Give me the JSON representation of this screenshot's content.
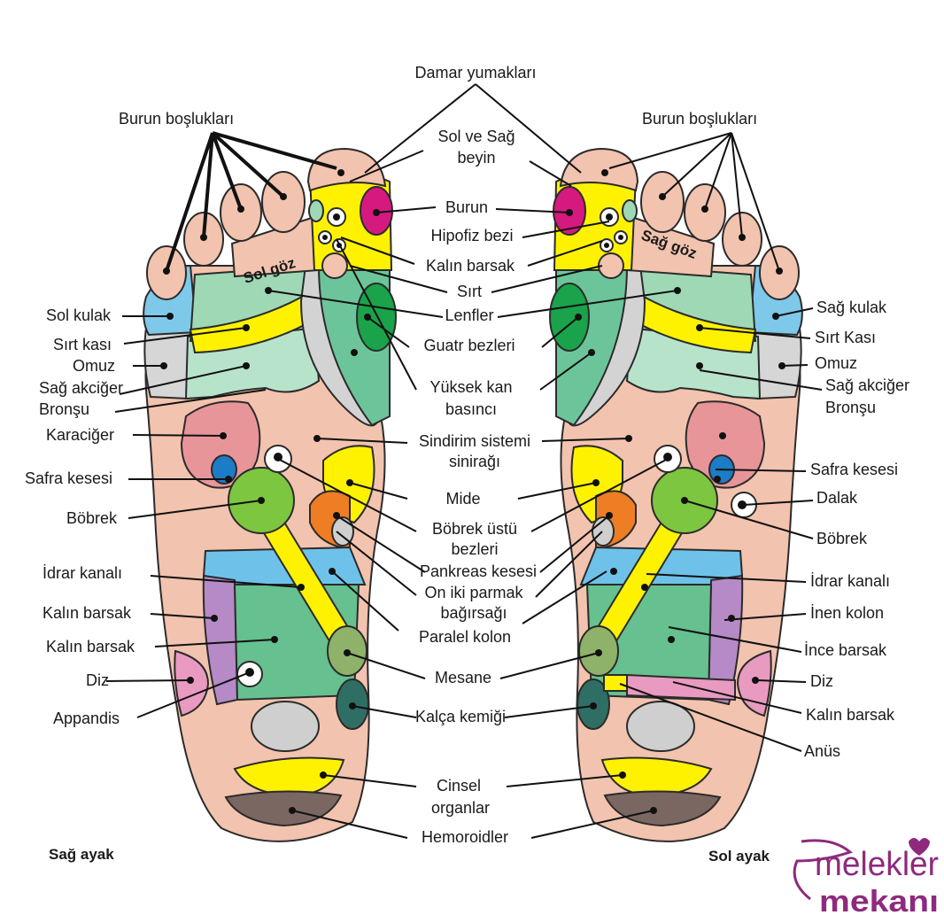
{
  "colors": {
    "skin": "#f2c3ae",
    "yellow": "#fff200",
    "magenta": "#d6197f",
    "mint": "#9fd8b5",
    "green": "#7dc63f",
    "dark_green": "#1aa34a",
    "blue": "#6ec2ea",
    "purple": "#b58ac6",
    "orange": "#ee7d24",
    "grey": "#d0d0d0",
    "brown": "#7a6762",
    "watermark": "#8e2a7e"
  },
  "center_labels": {
    "damar": "Damar yumakları",
    "beyin_1": "Sol ve Sağ",
    "beyin_2": "beyin",
    "burun": "Burun",
    "hipofiz": "Hipofiz bezi",
    "kalin_barsak": "Kalın barsak",
    "sirt": "Sırt",
    "lenfler": "Lenfler",
    "guatr": "Guatr bezleri",
    "tansiyon_1": "Yüksek kan",
    "tansiyon_2": "basıncı",
    "sindirim_1": "Sindirim sistemi",
    "sindirim_2": "sinirağı",
    "mide": "Mide",
    "bobrek_ustu_1": "Böbrek üstü",
    "bobrek_ustu_2": "bezleri",
    "pankreas": "Pankreas kesesi",
    "on_iki_1": "On iki parmak",
    "on_iki_2": "bağırsağı",
    "paralel": "Paralel kolon",
    "mesane": "Mesane",
    "kalca": "Kalça kemiği",
    "cinsel_1": "Cinsel",
    "cinsel_2": "organlar",
    "hemoroid": "Hemoroidler"
  },
  "right_foot": {
    "title": "Sağ ayak",
    "eye_label": "Sol göz",
    "labels": {
      "burun_bosluklari": "Burun boşlukları",
      "kulak": "Sol kulak",
      "sirt_kasi": "Sırt kası",
      "omuz": "Omuz",
      "akciger_1": "Sağ akciğer",
      "akciger_2": "Bronşu",
      "karaciger": "Karaciğer",
      "safra": "Safra kesesi",
      "bobrek": "Böbrek",
      "idrar": "İdrar kanalı",
      "kalin_barsak_1": "Kalın barsak",
      "kalin_barsak_2": "Kalın barsak",
      "diz": "Diz",
      "appandis": "Appandis"
    }
  },
  "left_foot": {
    "title": "Sol ayak",
    "eye_label": "Sağ göz",
    "labels": {
      "burun_bosluklari": "Burun boşlukları",
      "kulak": "Sağ kulak",
      "sirt_kasi": "Sırt Kası",
      "omuz": "Omuz",
      "akciger_1": "Sağ akciğer",
      "akciger_2": "Bronşu",
      "safra": "Safra kesesi",
      "dalak": "Dalak",
      "bobrek": "Böbrek",
      "idrar": "İdrar kanalı",
      "inen_kolon": "İnen kolon",
      "ince_barsak": "İnce barsak",
      "diz": "Diz",
      "kalin_barsak": "Kalın barsak",
      "anus": "Anüs"
    }
  },
  "watermark": {
    "line1": "melekler",
    "line2": "mekanı"
  }
}
